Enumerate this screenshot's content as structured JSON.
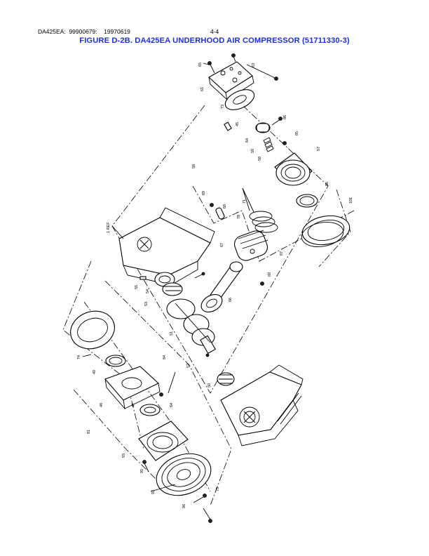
{
  "header": {
    "doc_id": "DA425EA:",
    "part_no": "99900679:",
    "date": "19970619",
    "page": "4-4"
  },
  "figure_title": "FIGURE D-2B. DA425EA UNDERHOOD AIR COMPRESSOR (51711330-3)",
  "callouts": {
    "c65": "65",
    "c63": "63",
    "c61": "61",
    "c73": "73",
    "c86": "86",
    "c45": "45",
    "c85": "85",
    "c64": "64",
    "c59": "59",
    "c58": "58",
    "c57": "57",
    "c56": "56",
    "c101": "101",
    "c71": "71",
    "c78": "78",
    "c68": "68",
    "c69a": "69",
    "c67": "67",
    "c70": "70",
    "c87": "87",
    "c69b": "69",
    "c66": "66",
    "c55": "55",
    "c54": "54",
    "c53": "53",
    "c51": "51",
    "c84": "84",
    "c52": "52",
    "c50": "50",
    "c74": "74",
    "c49": "49",
    "c47": "47",
    "c48": "48",
    "c64b": "64",
    "c81": "81",
    "c93": "93",
    "c95": "95",
    "c75": "75",
    "c92": "92",
    "c96": "96",
    "c1ref": "1 REF"
  }
}
